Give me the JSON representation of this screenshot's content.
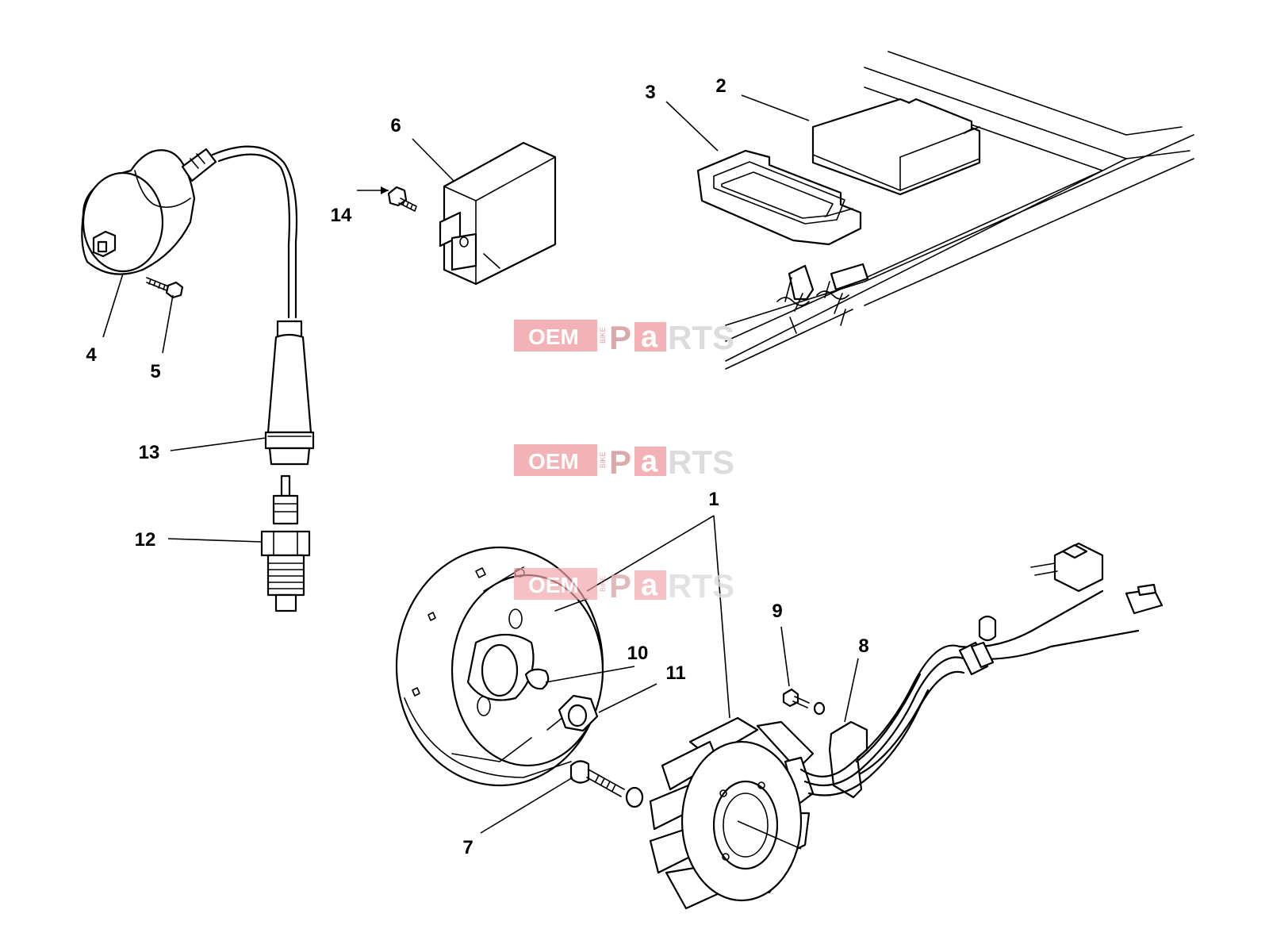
{
  "callouts": [
    {
      "id": "1",
      "label": "1"
    },
    {
      "id": "2",
      "label": "2"
    },
    {
      "id": "3",
      "label": "3"
    },
    {
      "id": "4",
      "label": "4"
    },
    {
      "id": "5",
      "label": "5"
    },
    {
      "id": "6",
      "label": "6"
    },
    {
      "id": "7",
      "label": "7"
    },
    {
      "id": "8",
      "label": "8"
    },
    {
      "id": "9",
      "label": "9"
    },
    {
      "id": "10",
      "label": "10"
    },
    {
      "id": "11",
      "label": "11"
    },
    {
      "id": "12",
      "label": "12"
    },
    {
      "id": "13",
      "label": "13"
    },
    {
      "id": "14",
      "label": "14"
    }
  ],
  "watermark": {
    "oem": "OEM",
    "bike": "BIKE",
    "p": "P",
    "a": "a",
    "rts": "RTS",
    "brand_color": "#e8474e"
  }
}
